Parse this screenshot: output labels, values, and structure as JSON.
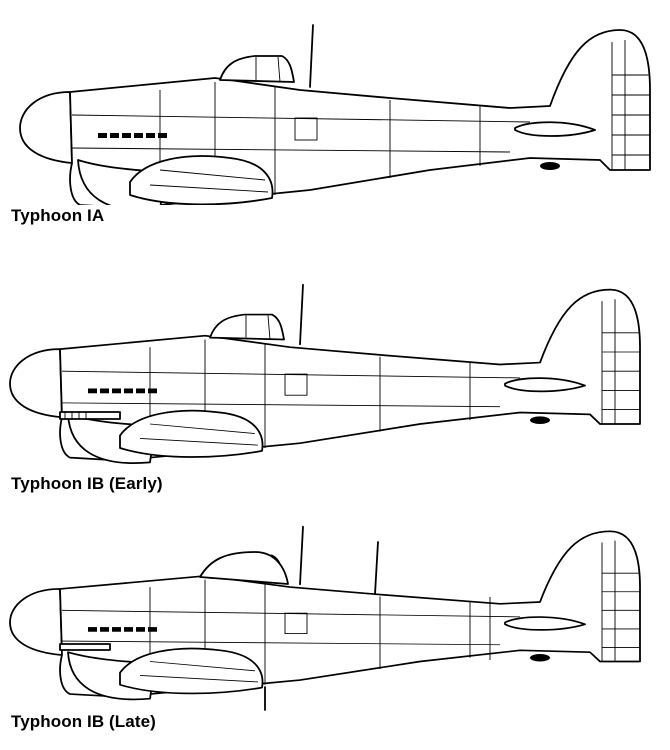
{
  "diagram": {
    "panels": [
      {
        "caption": "Typhoon IA"
      },
      {
        "caption": "Typhoon IB (Early)"
      },
      {
        "caption": "Typhoon IB (Late)"
      }
    ]
  }
}
